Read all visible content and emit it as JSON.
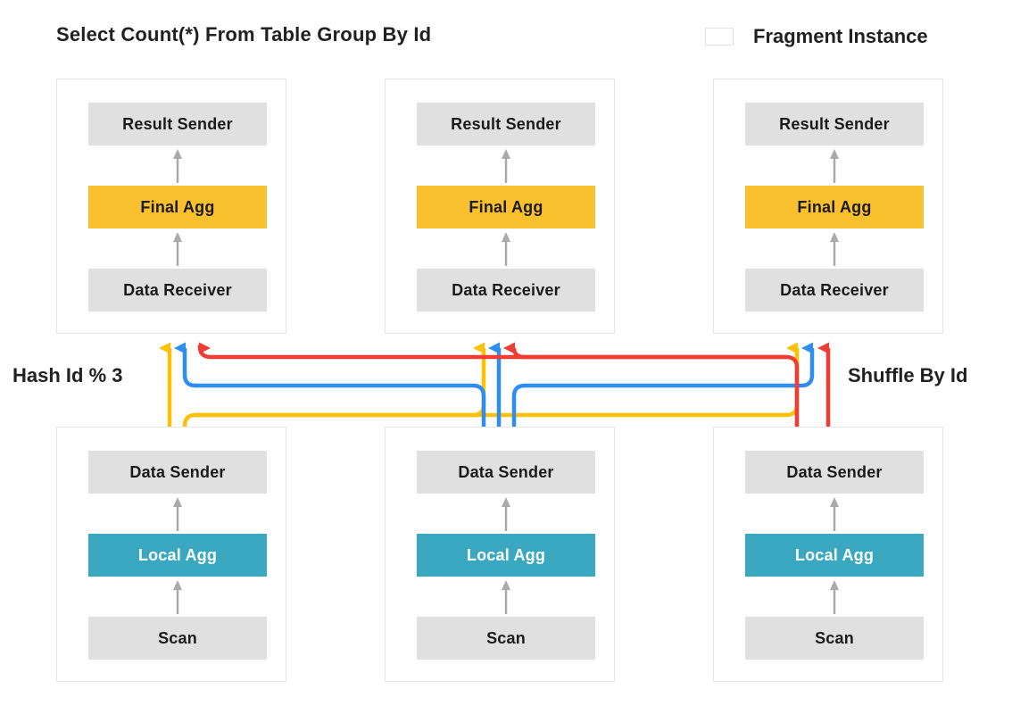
{
  "title": "Select Count(*) From Table Group By Id",
  "legend": {
    "swatch_name": "fragment-instance-swatch",
    "label": "Fragment Instance"
  },
  "labels": {
    "left": "Hash Id % 3",
    "right": "Shuffle By Id"
  },
  "colors": {
    "final_agg": "#fbc02d",
    "local_agg": "#3aa8c1",
    "operator_default": "#e0e0e0",
    "fragment_border": "#e6e6e6",
    "arrow_gray": "#aaaaaa",
    "wire_yellow": "#fcc107",
    "wire_blue": "#2d8ef0",
    "wire_red": "#f03d33",
    "background": "#ffffff",
    "text": "#212121"
  },
  "upper_fragments": [
    {
      "name": "upper-fragment-1",
      "operators": [
        {
          "label": "Result Sender",
          "style": "default"
        },
        {
          "label": "Final Agg",
          "style": "yellow"
        },
        {
          "label": "Data Receiver",
          "style": "default"
        }
      ]
    },
    {
      "name": "upper-fragment-2",
      "operators": [
        {
          "label": "Result Sender",
          "style": "default"
        },
        {
          "label": "Final Agg",
          "style": "yellow"
        },
        {
          "label": "Data Receiver",
          "style": "default"
        }
      ]
    },
    {
      "name": "upper-fragment-3",
      "operators": [
        {
          "label": "Result Sender",
          "style": "default"
        },
        {
          "label": "Final Agg",
          "style": "yellow"
        },
        {
          "label": "Data Receiver",
          "style": "default"
        }
      ]
    }
  ],
  "lower_fragments": [
    {
      "name": "lower-fragment-1",
      "operators": [
        {
          "label": "Data Sender",
          "style": "default"
        },
        {
          "label": "Local Agg",
          "style": "teal"
        },
        {
          "label": "Scan",
          "style": "default"
        }
      ]
    },
    {
      "name": "lower-fragment-2",
      "operators": [
        {
          "label": "Data Sender",
          "style": "default"
        },
        {
          "label": "Local Agg",
          "style": "teal"
        },
        {
          "label": "Scan",
          "style": "default"
        }
      ]
    },
    {
      "name": "lower-fragment-3",
      "operators": [
        {
          "label": "Data Sender",
          "style": "default"
        },
        {
          "label": "Local Agg",
          "style": "teal"
        },
        {
          "label": "Scan",
          "style": "default"
        }
      ]
    }
  ],
  "shuffle_edges": [
    {
      "name": "edge-sender1-to-receiver1",
      "color": "#fcc107",
      "from": "lower-fragment-1",
      "to": "upper-fragment-1"
    },
    {
      "name": "edge-sender1-to-receiver2",
      "color": "#fcc107",
      "from": "lower-fragment-1",
      "to": "upper-fragment-2"
    },
    {
      "name": "edge-sender1-to-receiver3",
      "color": "#fcc107",
      "from": "lower-fragment-1",
      "to": "upper-fragment-3"
    },
    {
      "name": "edge-sender2-to-receiver1",
      "color": "#2d8ef0",
      "from": "lower-fragment-2",
      "to": "upper-fragment-1"
    },
    {
      "name": "edge-sender2-to-receiver2",
      "color": "#2d8ef0",
      "from": "lower-fragment-2",
      "to": "upper-fragment-2"
    },
    {
      "name": "edge-sender2-to-receiver3",
      "color": "#2d8ef0",
      "from": "lower-fragment-2",
      "to": "upper-fragment-3"
    },
    {
      "name": "edge-sender3-to-receiver1",
      "color": "#f03d33",
      "from": "lower-fragment-3",
      "to": "upper-fragment-1"
    },
    {
      "name": "edge-sender3-to-receiver2",
      "color": "#f03d33",
      "from": "lower-fragment-3",
      "to": "upper-fragment-2"
    },
    {
      "name": "edge-sender3-to-receiver3",
      "color": "#f03d33",
      "from": "lower-fragment-3",
      "to": "upper-fragment-3"
    }
  ]
}
